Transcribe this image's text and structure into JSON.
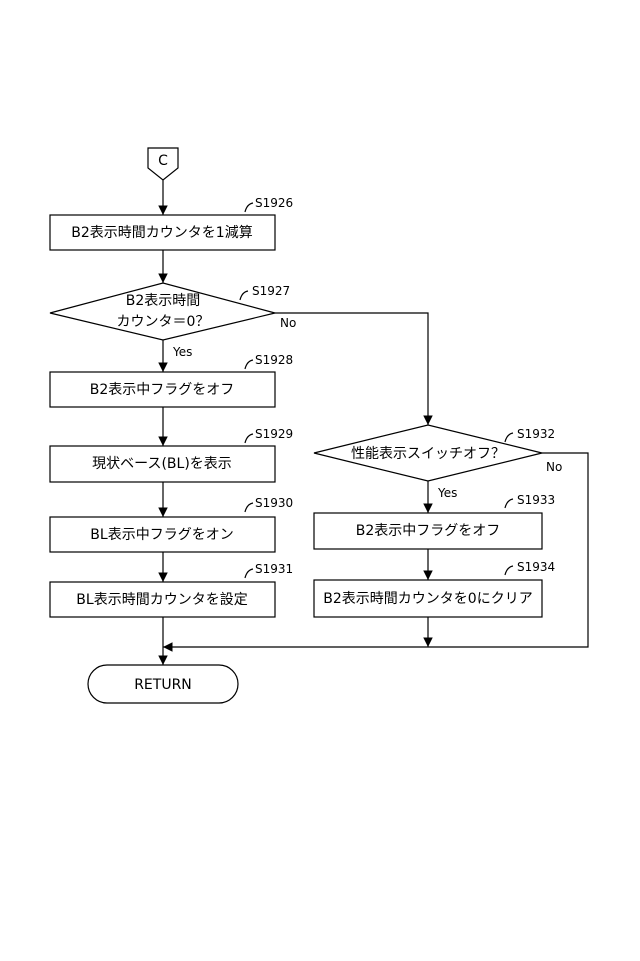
{
  "connector": "C",
  "steps": {
    "s1926": {
      "id": "S1926",
      "text": "B2表示時間カウンタを1減算"
    },
    "s1927": {
      "id": "S1927",
      "line1": "B2表示時間",
      "line2": "カウンタ＝0？",
      "yes": "Yes",
      "no": "No"
    },
    "s1928": {
      "id": "S1928",
      "text": "B2表示中フラグをオフ"
    },
    "s1929": {
      "id": "S1929",
      "text": "現状ベース(BL)を表示"
    },
    "s1930": {
      "id": "S1930",
      "text": "BL表示中フラグをオン"
    },
    "s1931": {
      "id": "S1931",
      "text": "BL表示時間カウンタを設定"
    },
    "s1932": {
      "id": "S1932",
      "text": "性能表示スイッチオフ？",
      "yes": "Yes",
      "no": "No"
    },
    "s1933": {
      "id": "S1933",
      "text": "B2表示中フラグをオフ"
    },
    "s1934": {
      "id": "S1934",
      "text": "B2表示時間カウンタを0にクリア"
    }
  },
  "terminal": "RETURN"
}
